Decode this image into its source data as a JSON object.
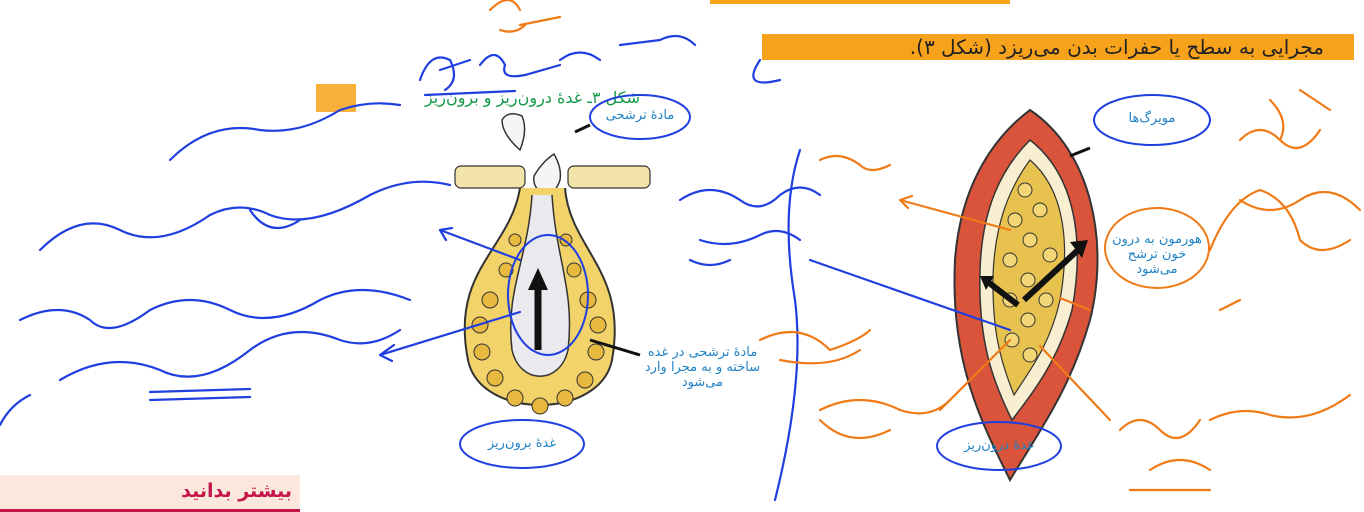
{
  "document": {
    "paragraph_line": "مجرایی به سطح یا حفرات بدن می‌ریزد (شکل ۳).",
    "figure_caption": "شکل ۳ـ غدهٔ درون‌ریز و برون‌ریز",
    "section_heading": "بیشتر بدانید"
  },
  "exocrine_figure": {
    "label_secretion": "مادهٔ ترشحی",
    "label_secretion_made": "مادهٔ ترشحی در غده ساخته و به مجرا وارد می‌شود",
    "label_gland": "غدهٔ برون‌ریز"
  },
  "endocrine_figure": {
    "label_capillaries": "مویرگ‌ها",
    "label_hormone": "هورمون به درون خون ترشح می‌شود",
    "label_gland": "غدهٔ درون‌ریز"
  },
  "colors": {
    "highlight": "#f7a21b",
    "caption_green": "#159a4b",
    "callout_blue": "#1f82c4",
    "ink_blue": "#1f3fe0",
    "ink_orange": "#f07a16",
    "heading_red": "#c6154a",
    "cell_yellow": "#e7b93f"
  }
}
